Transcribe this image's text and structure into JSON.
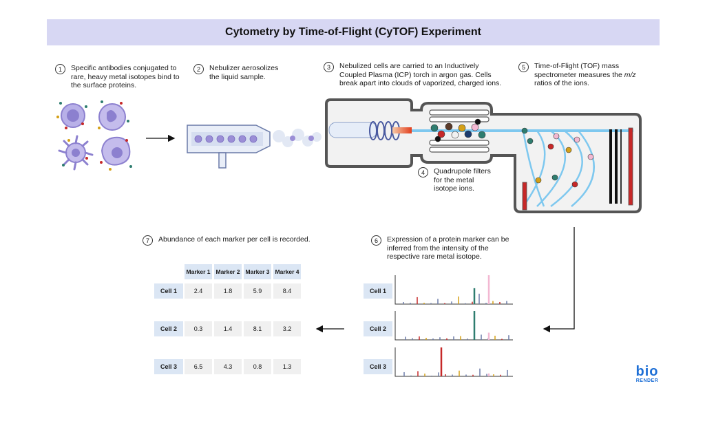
{
  "title": "Cytometry by Time-of-Flight (CyTOF) Experiment",
  "steps": [
    {
      "num": "1",
      "text": "Specific antibodies conjugated to rare, heavy metal isotopes bind to the surface proteins."
    },
    {
      "num": "2",
      "text": "Nebulizer aerosolizes the liquid sample."
    },
    {
      "num": "3",
      "text": "Nebulized cells are carried to an Inductively Coupled Plasma (ICP) torch in argon gas. Cells break apart into clouds of vaporized, charged ions."
    },
    {
      "num": "4",
      "text": "Quadrupole filters for the metal isotope ions."
    },
    {
      "num": "5",
      "text_before": "Time-of-Flight (TOF) mass spectrometer measures the ",
      "text_em": "m/z",
      "text_after": " ratios of the ions."
    },
    {
      "num": "6",
      "text": "Expression of a protein marker can be inferred from the intensity of the respective rare metal isotope."
    },
    {
      "num": "7",
      "text": "Abundance of each marker per cell is recorded."
    }
  ],
  "table": {
    "columns": [
      "Marker 1",
      "Marker 2",
      "Marker 3",
      "Marker 4"
    ],
    "rows": [
      {
        "label": "Cell 1",
        "values": [
          "2.4",
          "1.8",
          "5.9",
          "8.4"
        ]
      },
      {
        "label": "Cell 2",
        "values": [
          "0.3",
          "1.4",
          "8.1",
          "3.2"
        ]
      },
      {
        "label": "Cell 3",
        "values": [
          "6.5",
          "4.3",
          "0.8",
          "1.3"
        ]
      }
    ]
  },
  "spectra": [
    {
      "label": "Cell 1",
      "highlight_color": "#2e7d6f",
      "highlight_value": 0.55,
      "pink_value": 1.0
    },
    {
      "label": "Cell 2",
      "highlight_color": "#2e7d6f",
      "highlight_value": 1.0,
      "pink_value": 0.25
    },
    {
      "label": "Cell 3",
      "highlight_color": "#c62828",
      "highlight_value": 1.0,
      "pink_value": 0.1
    }
  ],
  "logo": {
    "line1": "bio",
    "line2": "RENDER"
  },
  "colors": {
    "banner": "#d7d7f3",
    "table_header": "#dbe6f4",
    "table_cell": "#f0f0f0",
    "cell_purple": "#9b8ed6",
    "beam": "#7ec8ef",
    "plate_red": "#c62828",
    "brand": "#1d6fd6"
  },
  "icons": [
    "antibody-cell-icon",
    "nebulizer-icon",
    "icp-torch-icon",
    "quadrupole-icon",
    "tof-detector-icon",
    "arrow-icon"
  ]
}
